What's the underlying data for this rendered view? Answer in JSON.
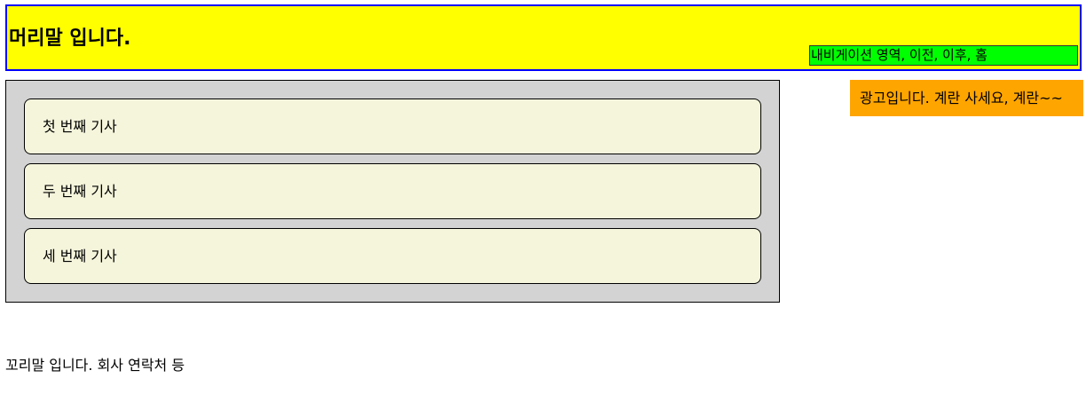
{
  "header": {
    "title": "머리말 입니다.",
    "background": "#ffff00",
    "border_color": "#0000ff"
  },
  "nav": {
    "text": "내비게이션 영역, 이전, 이후, 홈",
    "background": "#00ff00"
  },
  "main": {
    "background": "#d3d3d3",
    "articles": [
      {
        "label": "첫 번째 기사"
      },
      {
        "label": "두 번째 기사"
      },
      {
        "label": "세 번째 기사"
      }
    ],
    "article_background": "#f5f5dc"
  },
  "ad": {
    "text": "광고입니다. 계란 사세요, 계란~~",
    "background": "#ffa500"
  },
  "footer": {
    "text": "꼬리말 입니다. 회사 연락처 등"
  }
}
